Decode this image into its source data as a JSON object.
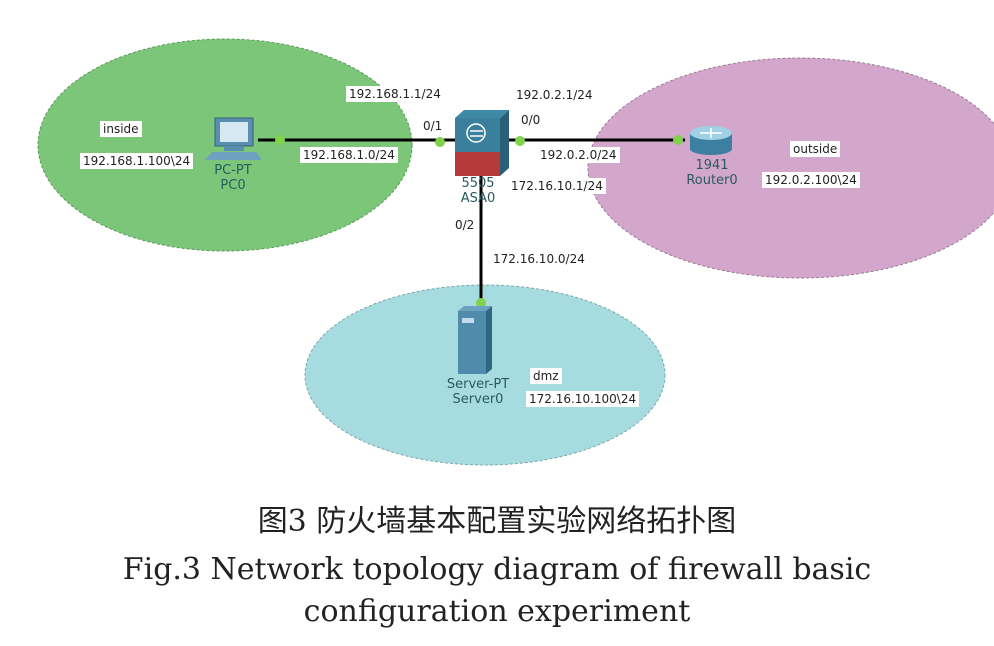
{
  "colors": {
    "inside": "#7cc67a",
    "outside": "#d3a6cc",
    "dmz": "#a6dce0",
    "link": "#000000",
    "port": "#7fd24a"
  },
  "zones": {
    "inside": "inside",
    "outside": "outside",
    "dmz": "dmz"
  },
  "devices": {
    "pc": {
      "model": "PC-PT",
      "name": "PC0",
      "ip": "192.168.1.100\\24",
      "icon": "pc-icon"
    },
    "asa": {
      "model": "5505",
      "name": "ASA0",
      "icon": "firewall-icon"
    },
    "router": {
      "model": "1941",
      "name": "Router0",
      "ip": "192.0.2.100\\24",
      "icon": "router-icon"
    },
    "server": {
      "model": "Server-PT",
      "name": "Server0",
      "ip": "172.16.10.100\\24",
      "icon": "server-icon"
    }
  },
  "links": {
    "inside": {
      "gateway": "192.168.1.1/24",
      "port": "0/1",
      "network": "192.168.1.0/24"
    },
    "outside": {
      "gateway": "192.0.2.1/24",
      "port": "0/0",
      "network": "192.0.2.0/24"
    },
    "dmz": {
      "gateway": "172.16.10.1/24",
      "port": "0/2",
      "network": "172.16.10.0/24"
    }
  },
  "caption": {
    "zh": "图3 防火墙基本配置实验网络拓扑图",
    "en_line1": "Fig.3 Network topology diagram of firewall basic",
    "en_line2": "configuration experiment"
  }
}
